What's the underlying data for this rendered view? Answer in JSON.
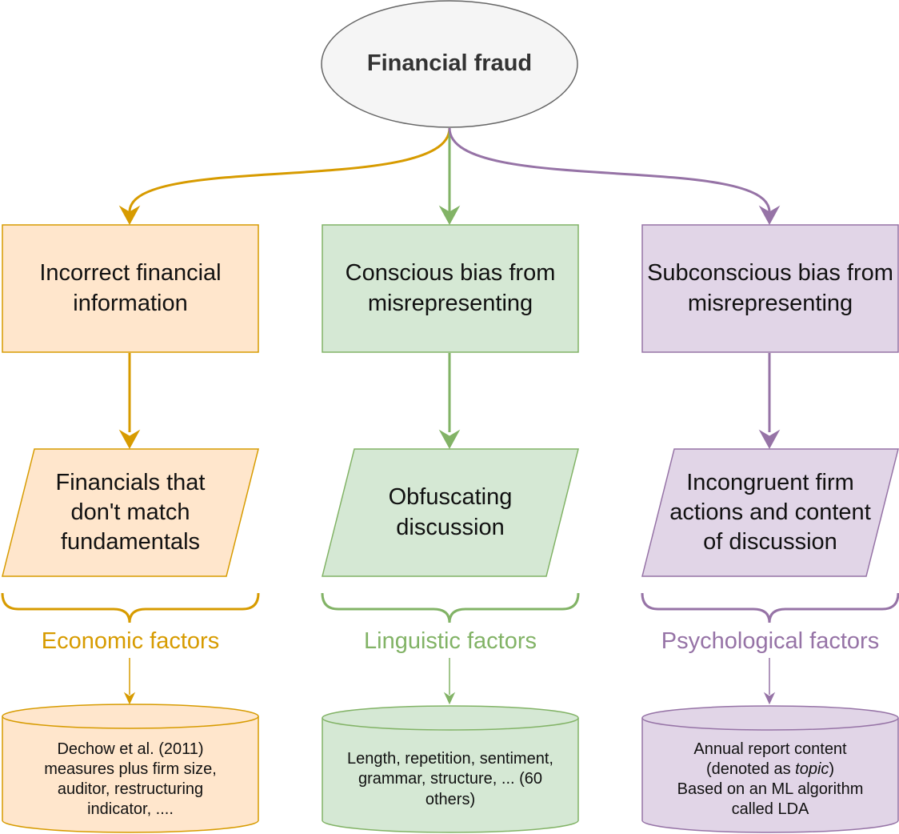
{
  "root": {
    "label": "Financial fraud"
  },
  "colors": {
    "economic_stroke": "#d79b00",
    "economic_fill": "#ffe6cc",
    "linguistic_stroke": "#82b366",
    "linguistic_fill": "#d5e8d4",
    "psychological_stroke": "#9673a6",
    "psychological_fill": "#e1d5e7",
    "root_fill": "#f5f5f5",
    "root_stroke": "#666666"
  },
  "columns": [
    {
      "key": "economic",
      "cause": "Incorrect financial information",
      "signal": "Financials that don't match fundamentals",
      "factor": "Economic factors",
      "data_lines": [
        "Dechow et al. (2011)",
        "measures plus firm size,",
        "auditor, restructuring",
        "indicator, ...."
      ]
    },
    {
      "key": "linguistic",
      "cause": "Conscious bias from misrepresenting",
      "signal": "Obfuscating discussion",
      "factor": "Linguistic factors",
      "data_lines": [
        "Length, repetition, sentiment,",
        "grammar, structure, ... (60",
        "others)"
      ]
    },
    {
      "key": "psychological",
      "cause": "Subconscious bias from misrepresenting",
      "signal": "Incongruent firm actions and content of discussion",
      "factor": "Psychological factors",
      "data_pre": "Annual report content",
      "data_mid_pre": "(denoted as ",
      "data_mid_em": "topic",
      "data_mid_post": ")",
      "data_post1": "Based on an ML algorithm",
      "data_post2": "called LDA"
    }
  ]
}
